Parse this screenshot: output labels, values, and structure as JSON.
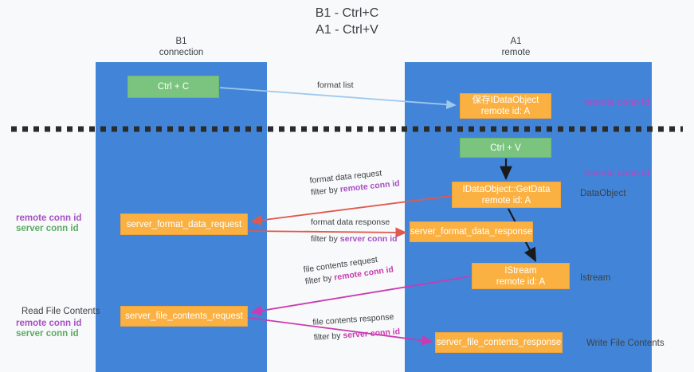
{
  "title": {
    "line1": "B1 - Ctrl+C",
    "line2": "A1 - Ctrl+V"
  },
  "lanes": [
    {
      "id": "b1",
      "name": "B1",
      "sub": "connection",
      "color": "#4285d8"
    },
    {
      "id": "a1",
      "name": "A1",
      "sub": "remote",
      "color": "#4285d8"
    }
  ],
  "boxes": {
    "ctrl_c": "Ctrl + C",
    "idataobject": "保存IDataObject\nremote id: A",
    "idataobject_l1": "保存IDataObject",
    "idataobject_l2": "remote id: A",
    "ctrl_v": "Ctrl + V",
    "getdata_l1": "IDataObject::GetData",
    "getdata_l2": "remote id: A",
    "server_format_data_request": "server_format_data_request",
    "server_format_data_response": "server_format_data_response",
    "istream_l1": "IStream",
    "istream_l2": "remote id: A",
    "server_file_contents_request": "server_file_contents_request",
    "server_file_contents_response": "server_file_contents_response"
  },
  "annotations_right": {
    "remote_conn_id_1": "remote conn id",
    "remote_conn_id_2": "remote conn id",
    "dataobject": "DataObject",
    "istream": "Istream",
    "write_file_contents": "Write File Contents"
  },
  "annotations_left": {
    "group1_remote": "remote conn id",
    "group1_server": "server conn id",
    "read_file_contents": "Read File Contents",
    "group2_remote": "remote conn id",
    "group2_server": "server conn id"
  },
  "edge_labels": {
    "format_list": "format list",
    "format_data_request": "format data request",
    "format_data_request_filter_prefix": "filter by ",
    "format_data_request_filter_key": "remote conn id",
    "format_data_response": "format data response",
    "format_data_response_filter_prefix": "filter by ",
    "format_data_response_filter_key": "server conn id",
    "file_contents_request": "file contents request",
    "file_contents_request_filter_prefix": "filter by ",
    "file_contents_request_filter_key": "remote conn id",
    "file_contents_response": "file contents response",
    "file_contents_response_filter_prefix": "filter by ",
    "file_contents_response_filter_key": "server conn id"
  },
  "colors": {
    "lane": "#4285d8",
    "orange_box": "#fbb142",
    "green_box": "#7ac47f",
    "purple": "#a64fc4",
    "green_text": "#5aab62",
    "pink": "#c93bb0",
    "red_arrow": "#e2584d",
    "blue_arrow": "#9dc9ef",
    "black_arrow": "#1a1a1a",
    "background": "#f8f9fa"
  }
}
